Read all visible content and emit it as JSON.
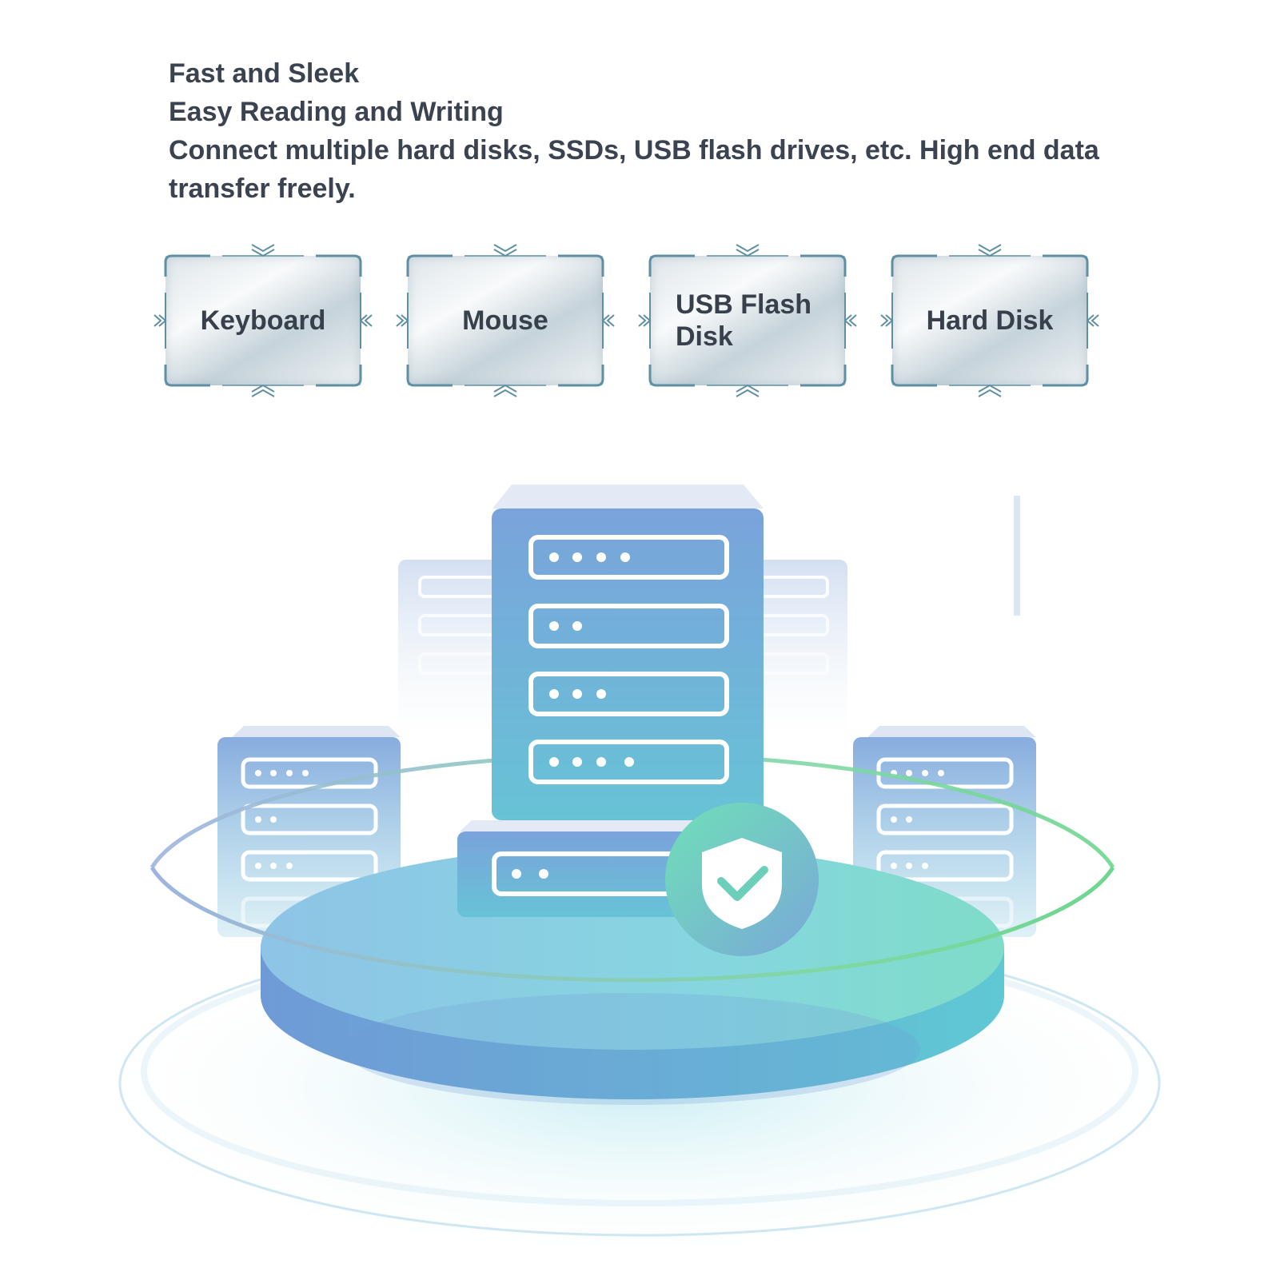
{
  "headline": {
    "line1": "Fast and Sleek",
    "line2": "Easy Reading and Writing",
    "line3": "Connect multiple hard disks, SSDs, USB flash drives, etc. High end data transfer freely."
  },
  "devices": [
    {
      "label": "Keyboard"
    },
    {
      "label": "Mouse"
    },
    {
      "label": "USB Flash Disk"
    },
    {
      "label": "Hard Disk"
    }
  ],
  "icons": [
    "server-rack-icon",
    "shield-check-icon",
    "chevron-double-icon"
  ],
  "colors": {
    "text": "#3b4350",
    "frame": "#5f8fa3",
    "server_blue": "#7ba7dd",
    "server_teal": "#6cc9d7",
    "ring_green": "#6fd68f"
  }
}
